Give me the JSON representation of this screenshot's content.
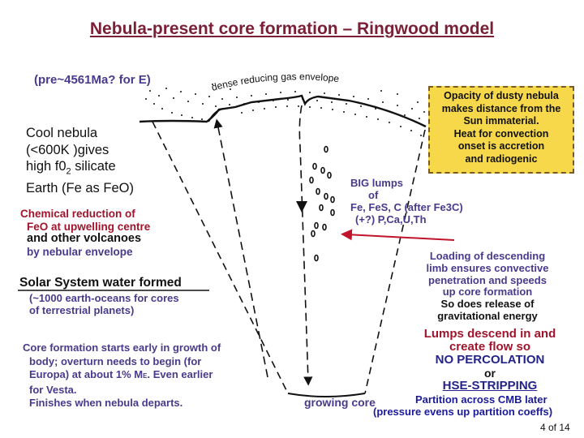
{
  "title": "Nebula-present core formation – Ringwood model",
  "era": "(pre~4561Ma? for E)",
  "envelope_label": "dense reducing gas envelope",
  "opacity_box": [
    "Opacity of dusty nebula",
    "makes distance from the",
    "Sun immaterial.",
    "Heat for convection",
    "onset is accretion",
    "and radiogenic"
  ],
  "cool_nebula": {
    "line1": "Cool nebula",
    "line2": "(<600K )gives",
    "line3_a": "high f0",
    "line3_sub": "2",
    "line3_b": " silicate",
    "line4": "Earth (Fe as FeO)"
  },
  "chem_reduction": {
    "line1": "Chemical reduction of",
    "line2": "FeO at upwelling centre",
    "line3": "and other volcanoes",
    "line4": "by nebular envelope"
  },
  "big_lumps": {
    "line1": "BIG lumps",
    "line2": "of",
    "line3": "Fe, FeS, C (after Fe3C)",
    "line4": "(+?) P,Ca,U,Th"
  },
  "loading": [
    "Loading of descending",
    "limb ensures convective",
    "penetration and speeds",
    "up core formation",
    "So does release of",
    "gravitational energy"
  ],
  "solar_water": {
    "heading": "Solar System water formed",
    "line1": "(~1000 earth-oceans for cores",
    "line2": "of terrestrial planets)"
  },
  "lumps_descend": {
    "line1": "Lumps descend in and",
    "line2": "create flow so",
    "line3": "NO PERCOLATION",
    "line4": "or",
    "line5": "HSE-STRIPPING"
  },
  "core_formation": {
    "line1": "Core formation starts early in growth of",
    "line2": "body; overturn needs to begin (for",
    "line3_a": "Europa) at about 1% M",
    "line3_sub": "E",
    "line3_b": ". Even earlier",
    "line4": "for Vesta.",
    "line5": "Finishes when nebula departs."
  },
  "growing_core": "growing core",
  "partition": {
    "line1": "Partition across CMB later",
    "line2": "(pressure evens up partition coeffs)"
  },
  "page_number": "4 of 14",
  "colors": {
    "title": "#7a1f36",
    "purple_text": "#4a3a8c",
    "red_text": "#a0142c",
    "blue_text": "#1a1a9a",
    "box_fill": "#f7d84a"
  }
}
